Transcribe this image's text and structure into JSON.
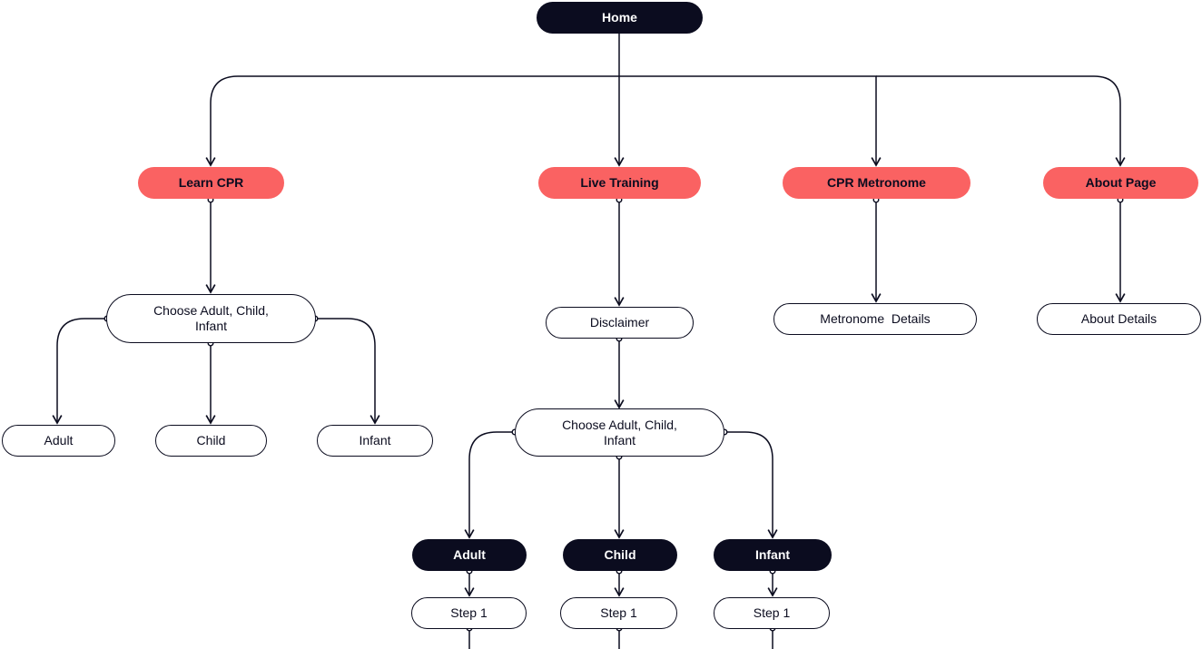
{
  "colors": {
    "dark": "#0b0c1f",
    "accent": "#fa6262",
    "line": "#0b0c1f",
    "background": "#ffffff"
  },
  "nodes": {
    "home": "Home",
    "learn_cpr": "Learn CPR",
    "live_training": "Live Training",
    "cpr_metronome": "CPR Metronome",
    "about_page": "About Page",
    "learn_choose": "Choose Adult, Child, Infant",
    "learn_adult": "Adult",
    "learn_child": "Child",
    "learn_infant": "Infant",
    "disclaimer": "Disclaimer",
    "live_choose": "Choose Adult, Child, Infant",
    "live_adult": "Adult",
    "live_child": "Child",
    "live_infant": "Infant",
    "adult_step1": "Step 1",
    "child_step1": "Step 1",
    "infant_step1": "Step 1",
    "metronome_details": "Metronome  Details",
    "about_details": "About Details"
  },
  "edges": [
    [
      "home",
      "learn_cpr"
    ],
    [
      "home",
      "live_training"
    ],
    [
      "home",
      "cpr_metronome"
    ],
    [
      "home",
      "about_page"
    ],
    [
      "learn_cpr",
      "learn_choose"
    ],
    [
      "learn_choose",
      "learn_adult"
    ],
    [
      "learn_choose",
      "learn_child"
    ],
    [
      "learn_choose",
      "learn_infant"
    ],
    [
      "live_training",
      "disclaimer"
    ],
    [
      "disclaimer",
      "live_choose"
    ],
    [
      "live_choose",
      "live_adult"
    ],
    [
      "live_choose",
      "live_child"
    ],
    [
      "live_choose",
      "live_infant"
    ],
    [
      "live_adult",
      "adult_step1"
    ],
    [
      "live_child",
      "child_step1"
    ],
    [
      "live_infant",
      "infant_step1"
    ],
    [
      "cpr_metronome",
      "metronome_details"
    ],
    [
      "about_page",
      "about_details"
    ]
  ]
}
